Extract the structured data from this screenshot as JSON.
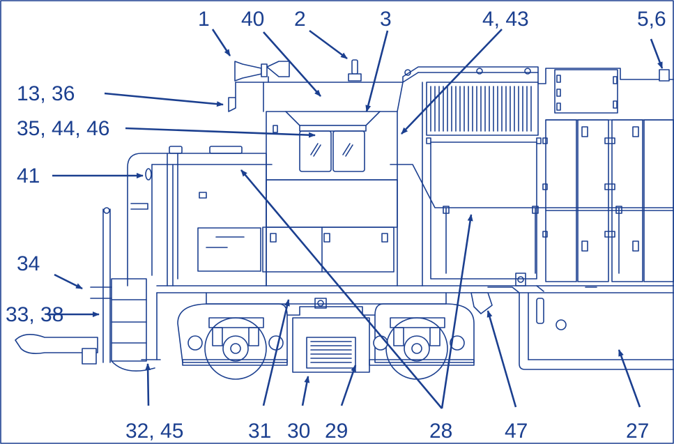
{
  "colors": {
    "line": "#1b3f8f",
    "background": "#ffffff"
  },
  "labels": {
    "l1": "1",
    "l40": "40",
    "l2": "2",
    "l3": "3",
    "l4_43": "4, 43",
    "l5_6": "5,6",
    "l13_36": "13, 36",
    "l35_44_46": "35, 44, 46",
    "l41": "41",
    "l34": "34",
    "l33_38": "33, 38",
    "l32_45": "32, 45",
    "l31": "31",
    "l30": "30",
    "l29": "29",
    "l28": "28",
    "l47": "47",
    "l27": "27"
  }
}
